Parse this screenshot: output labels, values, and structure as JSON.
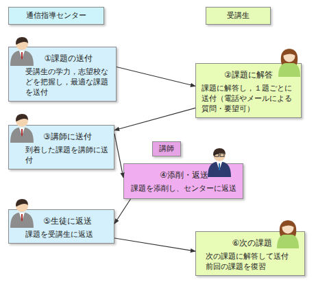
{
  "diagram": {
    "nodes": [
      {
        "text": [
          "通信指導センター"
        ]
      },
      {
        "text": [
          "受講生"
        ]
      },
      {
        "text": [
          "①課題の送付",
          "受講生の学力，志望校などを把握し，最適な課題を送付"
        ]
      },
      {
        "text": [
          "②課題に解答",
          "課題に解答し，１題ごとに送付（電話やメールによる質問・要望可）"
        ]
      },
      {
        "text": [
          "③講師に送付",
          "到着した課題を講師に送付"
        ]
      },
      {
        "text": [
          "講師"
        ]
      },
      {
        "text": [
          "④添削・返送",
          "課題を添削し、センターに返送"
        ]
      },
      {
        "text": [
          "⑤生徒に返送",
          "課題を受講生に返送"
        ]
      },
      {
        "text": [
          "⑥次の課題",
          "次の課題に解答して送付",
          "前回の課題を復習"
        ]
      }
    ],
    "edges": [
      {
        "from": 2,
        "to": 3,
        "arrow": "to"
      },
      {
        "from": 3,
        "to": 4,
        "arrow": "to"
      },
      {
        "from": 4,
        "to": 6,
        "arrow": "to"
      },
      {
        "from": 6,
        "to": 7,
        "arrow": "to"
      },
      {
        "from": 7,
        "to": 8,
        "arrow": "to"
      }
    ]
  }
}
